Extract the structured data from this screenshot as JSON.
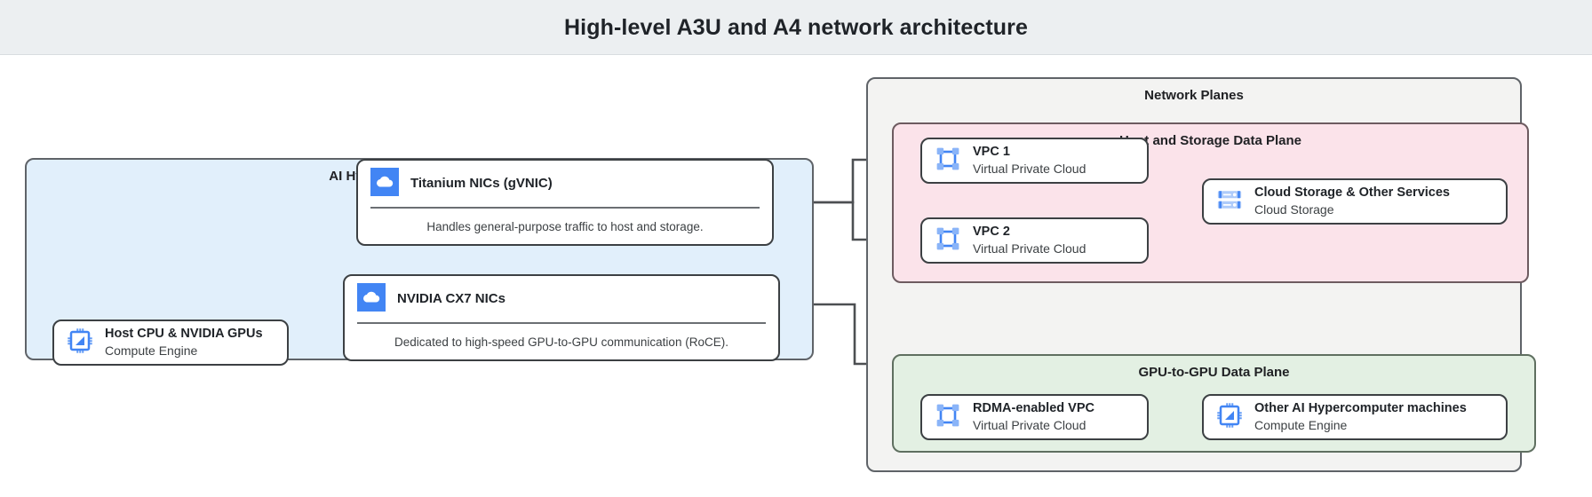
{
  "header": {
    "title": "High-level A3U and A4 network architecture"
  },
  "groups": {
    "machines": {
      "title": "AI Hypercomputer machines"
    },
    "planes": {
      "title": "Network Planes"
    },
    "host_plane": {
      "title": "Host and Storage Data Plane"
    },
    "gpu_plane": {
      "title": "GPU-to-GPU Data Plane"
    }
  },
  "nodes": {
    "host_cpu": {
      "icon": "compute-engine-icon",
      "title": "Host CPU & NVIDIA GPUs",
      "subtitle": "Compute Engine"
    },
    "titanium": {
      "icon": "cloud-icon",
      "title": "Titanium NICs (gVNIC)",
      "desc": "Handles general-purpose traffic to host and storage."
    },
    "cx7": {
      "icon": "cloud-icon",
      "title": "NVIDIA CX7 NICs",
      "desc": "Dedicated to high-speed GPU-to-GPU communication (RoCE)."
    },
    "vpc1": {
      "icon": "vpc-icon",
      "title": "VPC 1",
      "subtitle": "Virtual Private Cloud"
    },
    "vpc2": {
      "icon": "vpc-icon",
      "title": "VPC 2",
      "subtitle": "Virtual Private Cloud"
    },
    "storage": {
      "icon": "cloud-storage-icon",
      "title": "Cloud Storage & Other Services",
      "subtitle": "Cloud Storage"
    },
    "rdma_vpc": {
      "icon": "vpc-icon",
      "title": "RDMA-enabled VPC",
      "subtitle": "Virtual Private Cloud"
    },
    "other_machines": {
      "icon": "compute-engine-icon",
      "title": "Other AI Hypercomputer machines",
      "subtitle": "Compute Engine"
    }
  },
  "colors": {
    "header_bg": "#eceff1",
    "machines_bg": "#e1effb",
    "planes_bg": "#f3f3f2",
    "host_plane_bg": "#fbe3ea",
    "gpu_plane_bg": "#e3f0e3",
    "icon_blue": "#4285f4",
    "icon_light_blue": "#a3c2f8",
    "stroke": "#5f6368"
  }
}
